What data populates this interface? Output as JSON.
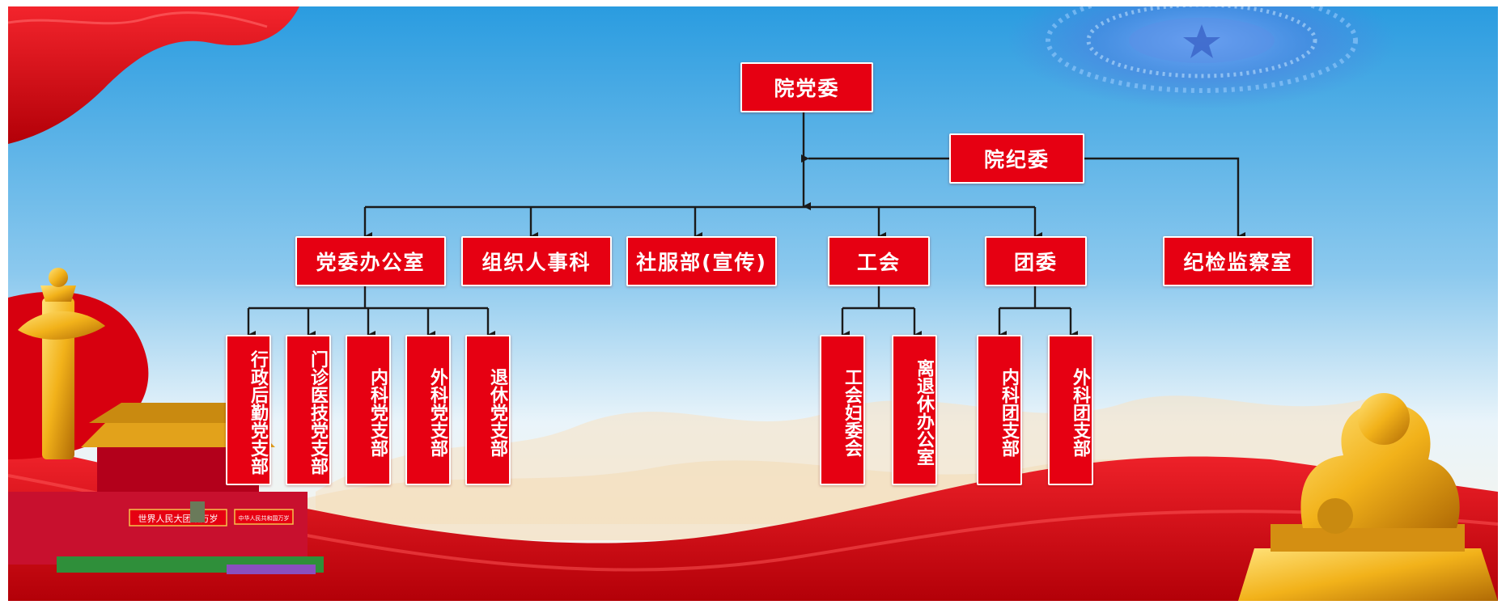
{
  "colors": {
    "node_fill": "#e60012",
    "node_text": "#ffffff",
    "connector": "#1a1a1a",
    "sky_top": "#2a9ce0",
    "sky_bottom": "#dff0fa",
    "ribbon_red": "#d7000f",
    "gold": "#f2b21a"
  },
  "diagram": {
    "root": {
      "label": "院党委"
    },
    "discipline": {
      "label": "院纪委"
    },
    "level1": [
      {
        "label": "党委办公室"
      },
      {
        "label": "组织人事科"
      },
      {
        "label": "社服部(宣传)"
      },
      {
        "label": "工会"
      },
      {
        "label": "团委"
      },
      {
        "label": "纪检监察室"
      }
    ],
    "party_office_children": [
      {
        "label": "行政后勤党支部"
      },
      {
        "label": "门诊医技党支部"
      },
      {
        "label": "内科党支部"
      },
      {
        "label": "外科党支部"
      },
      {
        "label": "退休党支部"
      }
    ],
    "union_children": [
      {
        "label": "工会妇委会"
      },
      {
        "label": "离退休办公室"
      }
    ],
    "youth_children": [
      {
        "label": "内科团支部"
      },
      {
        "label": "外科团支部"
      }
    ]
  },
  "decorations": {
    "gate_banner_text": "世界人民大团结万岁",
    "gate_banner_text_right": "中华人民共和国万岁",
    "icons": [
      "red-flag-ribbon-icon",
      "national-emblem-halo-icon",
      "huabiao-pillar-icon",
      "tiananmen-gate-icon",
      "stone-lion-icon"
    ]
  }
}
